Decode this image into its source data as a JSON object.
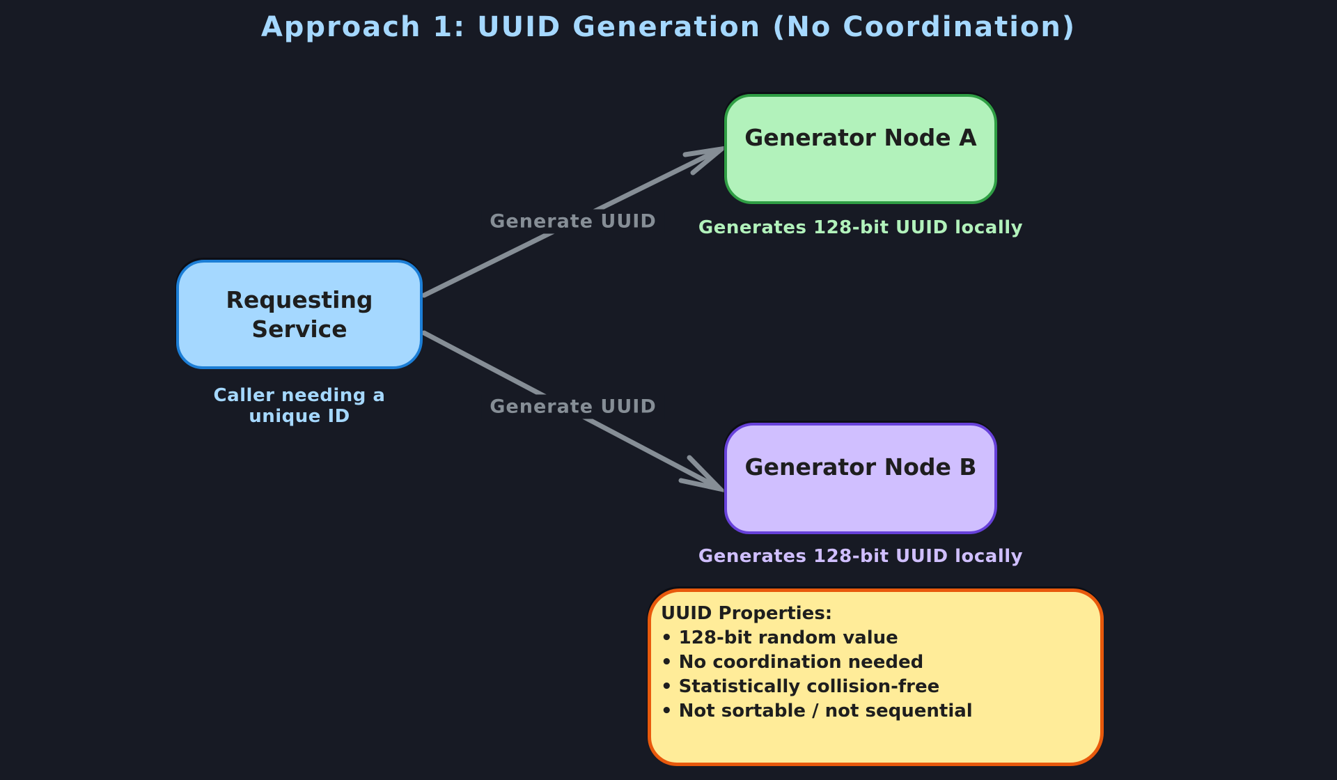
{
  "page": {
    "background_color": "#171a24",
    "title": "Approach 1: UUID Generation (No Coordination)",
    "title_color": "#a5d8ff"
  },
  "nodes": {
    "requesting": {
      "label": "Requesting Service",
      "caption": "Caller needing a unique ID",
      "fill": "#a5d8ff",
      "border": "#1c7ed6"
    },
    "generator_a": {
      "label": "Generator Node A",
      "caption": "Generates 128-bit UUID locally",
      "fill": "#b2f2bb",
      "border": "#2f9e44"
    },
    "generator_b": {
      "label": "Generator Node B",
      "caption": "Generates 128-bit UUID locally",
      "fill": "#d0bfff",
      "border": "#6741d9"
    }
  },
  "edges": [
    {
      "label": "Generate UUID",
      "from": "requesting",
      "to": "generator_a",
      "color": "#868e96"
    },
    {
      "label": "Generate UUID",
      "from": "requesting",
      "to": "generator_b",
      "color": "#868e96"
    }
  ],
  "properties_box": {
    "title": "UUID Properties:",
    "items": [
      "• 128-bit random value",
      "• No coordination needed",
      "• Statistically collision-free",
      "• Not sortable / not sequential"
    ],
    "fill": "#ffec99",
    "border": "#e8590c"
  }
}
